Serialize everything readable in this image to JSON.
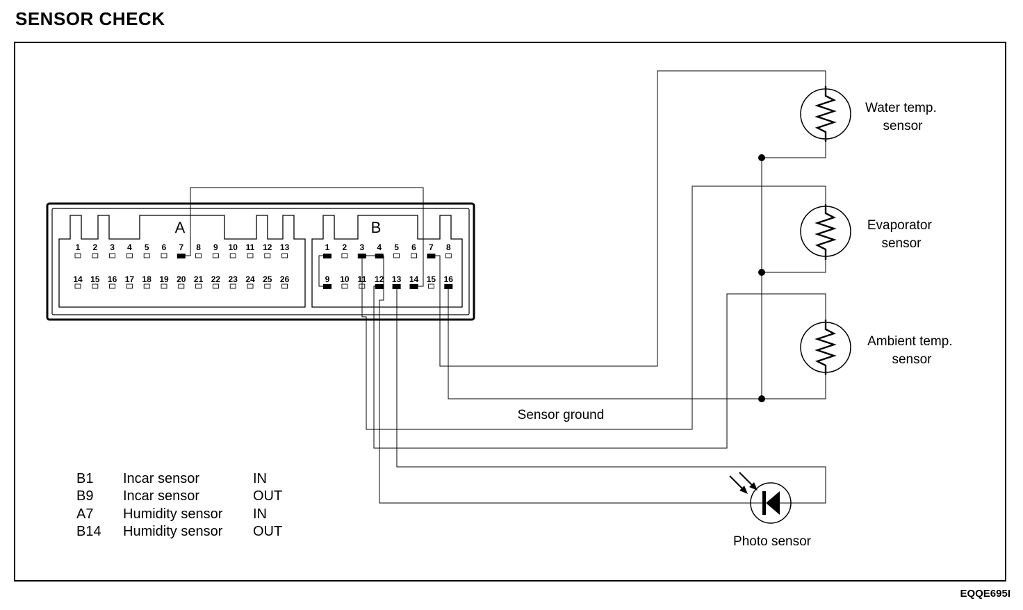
{
  "title": "SENSOR CHECK",
  "figure_code": "EQQE695I",
  "connectors": {
    "a": {
      "letter": "A",
      "pins_top": [
        "1",
        "2",
        "3",
        "4",
        "5",
        "6",
        "7",
        "8",
        "9",
        "10",
        "11",
        "12",
        "13"
      ],
      "pins_bottom": [
        "14",
        "15",
        "16",
        "17",
        "18",
        "19",
        "20",
        "21",
        "22",
        "23",
        "24",
        "25",
        "26"
      ]
    },
    "b": {
      "letter": "B",
      "pins_top": [
        "1",
        "2",
        "3",
        "4",
        "5",
        "6",
        "7",
        "8"
      ],
      "pins_bottom": [
        "9",
        "10",
        "11",
        "12",
        "13",
        "14",
        "15",
        "16"
      ]
    }
  },
  "sensors": {
    "water": {
      "line1": "Water temp.",
      "line2": "sensor"
    },
    "evaporator": {
      "line1": "Evaporator",
      "line2": "sensor"
    },
    "ambient": {
      "line1": "Ambient temp.",
      "line2": "sensor"
    },
    "photo": {
      "label": "Photo sensor"
    }
  },
  "ground_label": "Sensor ground",
  "legend": [
    {
      "pin": "B1",
      "name": "Incar sensor",
      "dir": "IN"
    },
    {
      "pin": "B9",
      "name": "Incar sensor",
      "dir": "OUT"
    },
    {
      "pin": "A7",
      "name": "Humidity sensor",
      "dir": "IN"
    },
    {
      "pin": "B14",
      "name": "Humidity sensor",
      "dir": "OUT"
    }
  ]
}
